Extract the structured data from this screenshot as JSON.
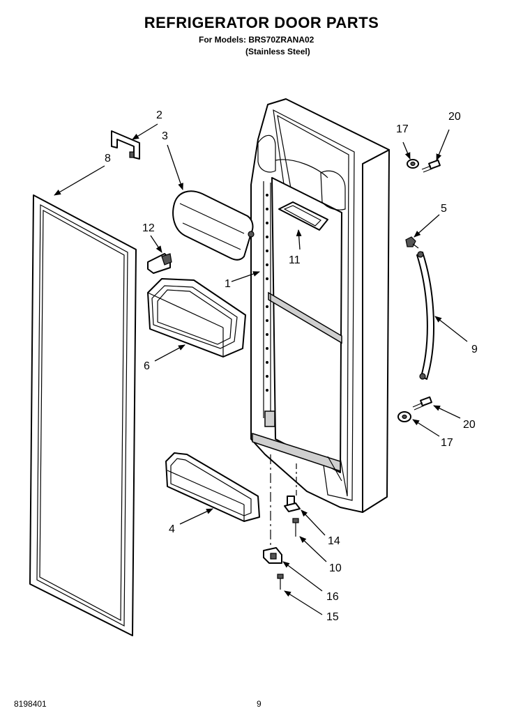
{
  "header": {
    "title": "REFRIGERATOR DOOR PARTS",
    "models_line": "For Models: BRS70ZRANA02",
    "finish_line": "(Stainless Steel)"
  },
  "footer": {
    "doc_number": "8198401",
    "page_number": "9"
  },
  "callouts": {
    "c1": "1",
    "c2": "2",
    "c3": "3",
    "c4": "4",
    "c5": "5",
    "c6": "6",
    "c8": "8",
    "c9": "9",
    "c10": "10",
    "c11": "11",
    "c12": "12",
    "c14": "14",
    "c15": "15",
    "c16": "16",
    "c17_top": "17",
    "c17_bottom": "17",
    "c20_top": "20",
    "c20_bottom": "20"
  }
}
